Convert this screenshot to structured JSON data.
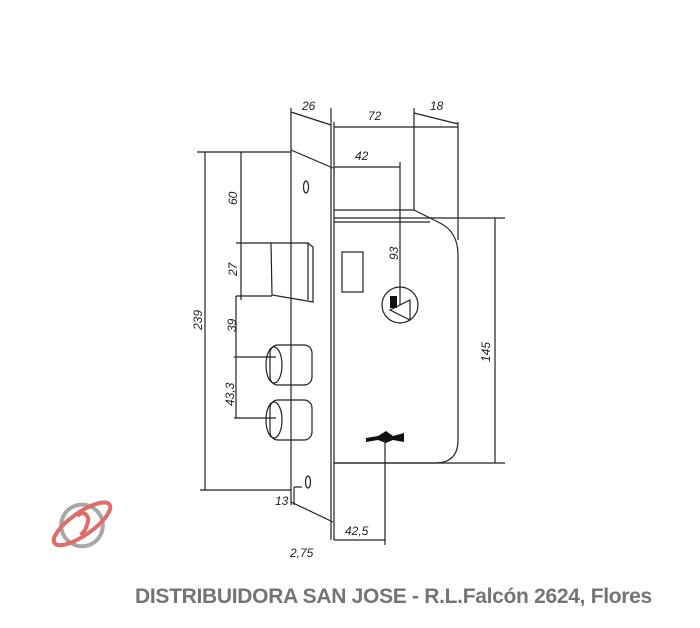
{
  "dimensions": {
    "faceplate_width": "26",
    "body_depth": "72",
    "offset_top": "18",
    "backset_cylinder": "42",
    "cylinder_height": "93",
    "total_height": "239",
    "top_to_latch": "60",
    "latch_height": "27",
    "bolt_offset": "39",
    "bolt_spacing": "43,3",
    "body_height": "145",
    "bottom_screw": "13",
    "key_backset": "42,5",
    "plate_thickness": "2,75"
  },
  "watermark": {
    "text": "DISTRIBUIDORA SAN JOSE - R.L.Falcón 2624, Flores"
  },
  "colors": {
    "logo": "#d9534f",
    "watermark": "#666666"
  }
}
